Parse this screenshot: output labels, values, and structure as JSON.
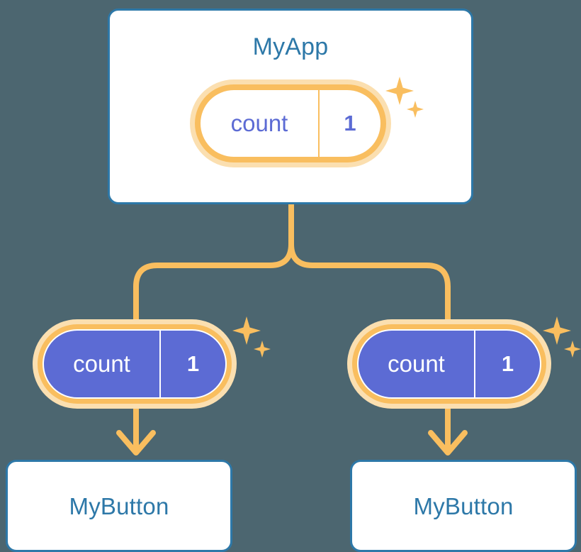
{
  "diagram": {
    "type": "component-state-tree",
    "background_color": "#4c6670",
    "accent_orange": "#f9be5f",
    "accent_orange_pale": "#fbdfb0",
    "accent_blue": "#2d78a8",
    "accent_purple": "#5c6bd4"
  },
  "root": {
    "title": "MyApp",
    "state": {
      "key": "count",
      "value": "1"
    },
    "sparkle_icon": "sparkle-icon"
  },
  "children": [
    {
      "state": {
        "key": "count",
        "value": "1"
      },
      "sparkle_icon": "sparkle-icon",
      "title": "MyButton"
    },
    {
      "state": {
        "key": "count",
        "value": "1"
      },
      "sparkle_icon": "sparkle-icon",
      "title": "MyButton"
    }
  ]
}
